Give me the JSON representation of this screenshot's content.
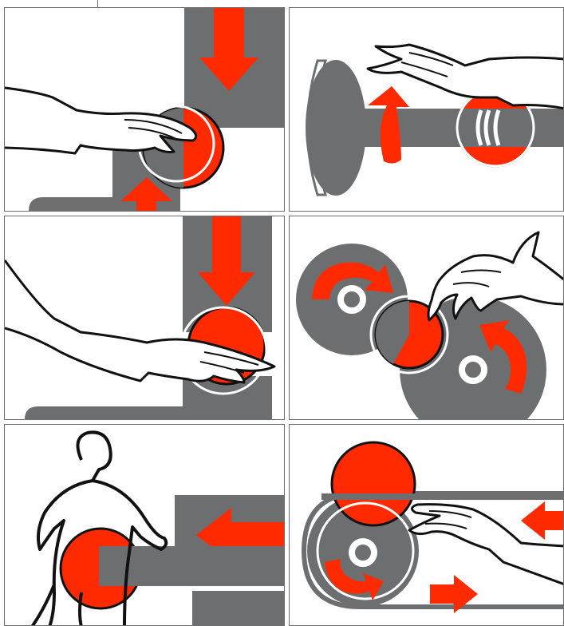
{
  "colors": {
    "machine_gray": "#6d6e70",
    "danger_red": "#ff2a00",
    "outline_black": "#111111",
    "background_white": "#ffffff"
  },
  "panels": [
    {
      "id": "hand-at-in-running-nip-vertical-rollers",
      "icons": [
        "hand-icon",
        "roller-icon",
        "down-arrow-icon",
        "up-arrow-icon"
      ]
    },
    {
      "id": "hand-at-rotating-shaft-with-coupling",
      "icons": [
        "hand-icon",
        "shaft-icon",
        "rotation-arrow-icon"
      ]
    },
    {
      "id": "hand-at-roller-under-vertical-feed",
      "icons": [
        "hand-icon",
        "roller-icon",
        "down-arrow-icon"
      ]
    },
    {
      "id": "hand-between-meshing-rotating-discs",
      "icons": [
        "hand-icon",
        "disc-icon",
        "rotation-arrow-icon"
      ]
    },
    {
      "id": "person-near-reciprocating-ram",
      "icons": [
        "person-icon",
        "ram-icon",
        "left-arrow-icon"
      ]
    },
    {
      "id": "hand-at-belt-and-pulley-nip",
      "icons": [
        "hand-icon",
        "pulley-icon",
        "belt-icon",
        "left-arrow-icon",
        "right-arrow-icon",
        "rotation-arrow-icon"
      ]
    }
  ]
}
